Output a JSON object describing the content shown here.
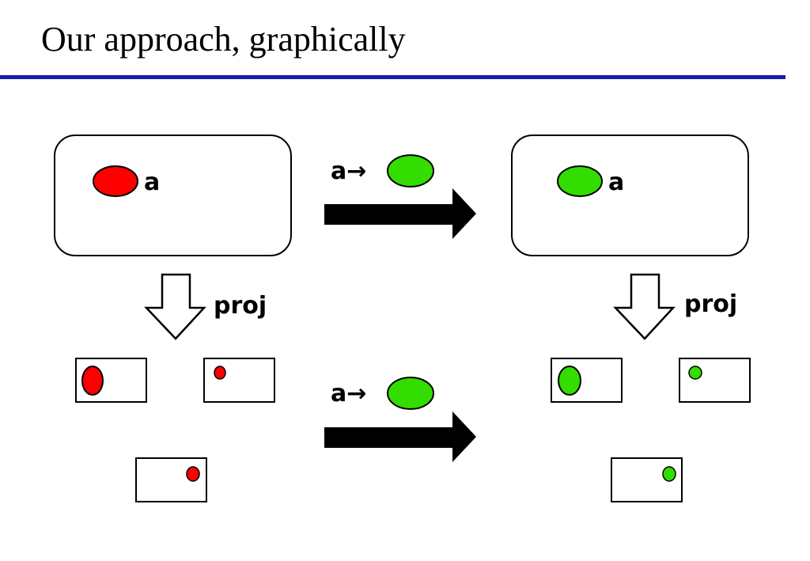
{
  "title": "Our approach, graphically",
  "labels": {
    "var_left": "a",
    "var_right": "a",
    "assign_top": "a→",
    "assign_bottom": "a→",
    "proj_left": "proj",
    "proj_right": "proj"
  },
  "colors": {
    "title_rule": "#1a1ab0",
    "before": "#ff0000",
    "after": "#33dd00",
    "arrow": "#000000"
  }
}
